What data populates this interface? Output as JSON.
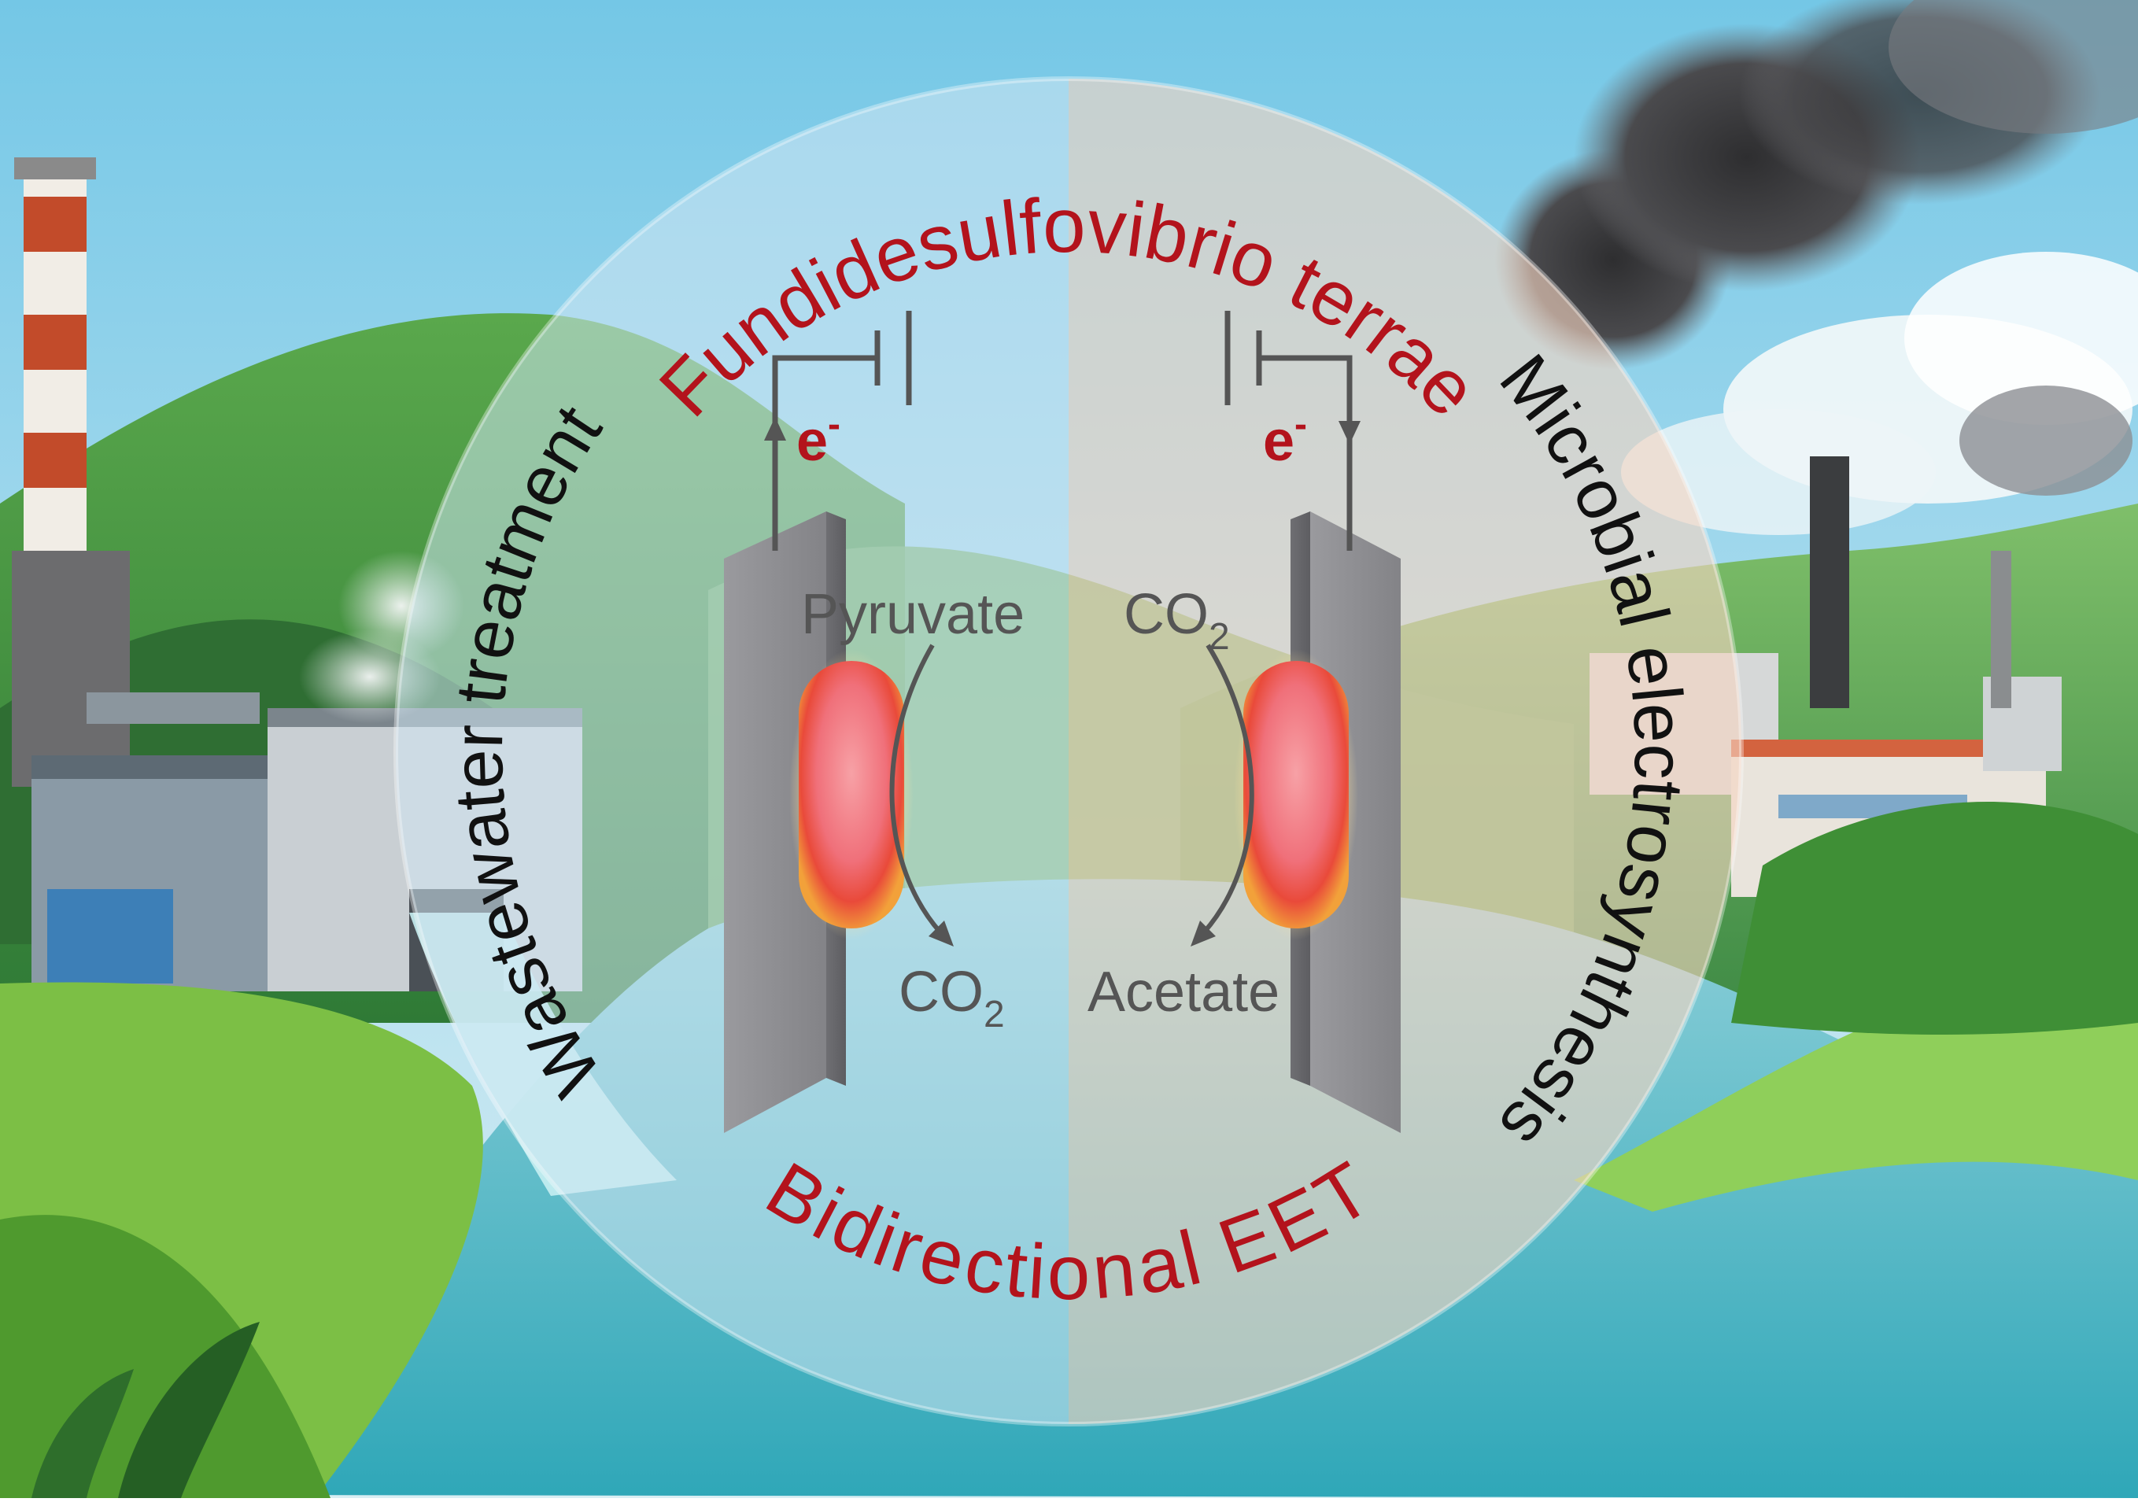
{
  "ring": {
    "top": "Fundidesulfovibrio terrae",
    "bottom": "Bidirectional EET",
    "left": "Wastewater treatment",
    "right": "Microbial electrosynthesis"
  },
  "left_cell": {
    "electron": "e",
    "electron_sup": "-",
    "substrate": "Pyruvate",
    "product_base": "CO",
    "product_sub": "2"
  },
  "right_cell": {
    "electron": "e",
    "electron_sup": "-",
    "substrate_base": "CO",
    "substrate_sub": "2",
    "product": "Acetate"
  },
  "colors": {
    "accent_red": "#b3131c",
    "ring_text": "#111111",
    "arrow_gray": "#555555",
    "electrode_gray": "#8f8f93",
    "left_half_tint": "#cfe6f2",
    "right_half_tint": "#f6d5c2"
  }
}
